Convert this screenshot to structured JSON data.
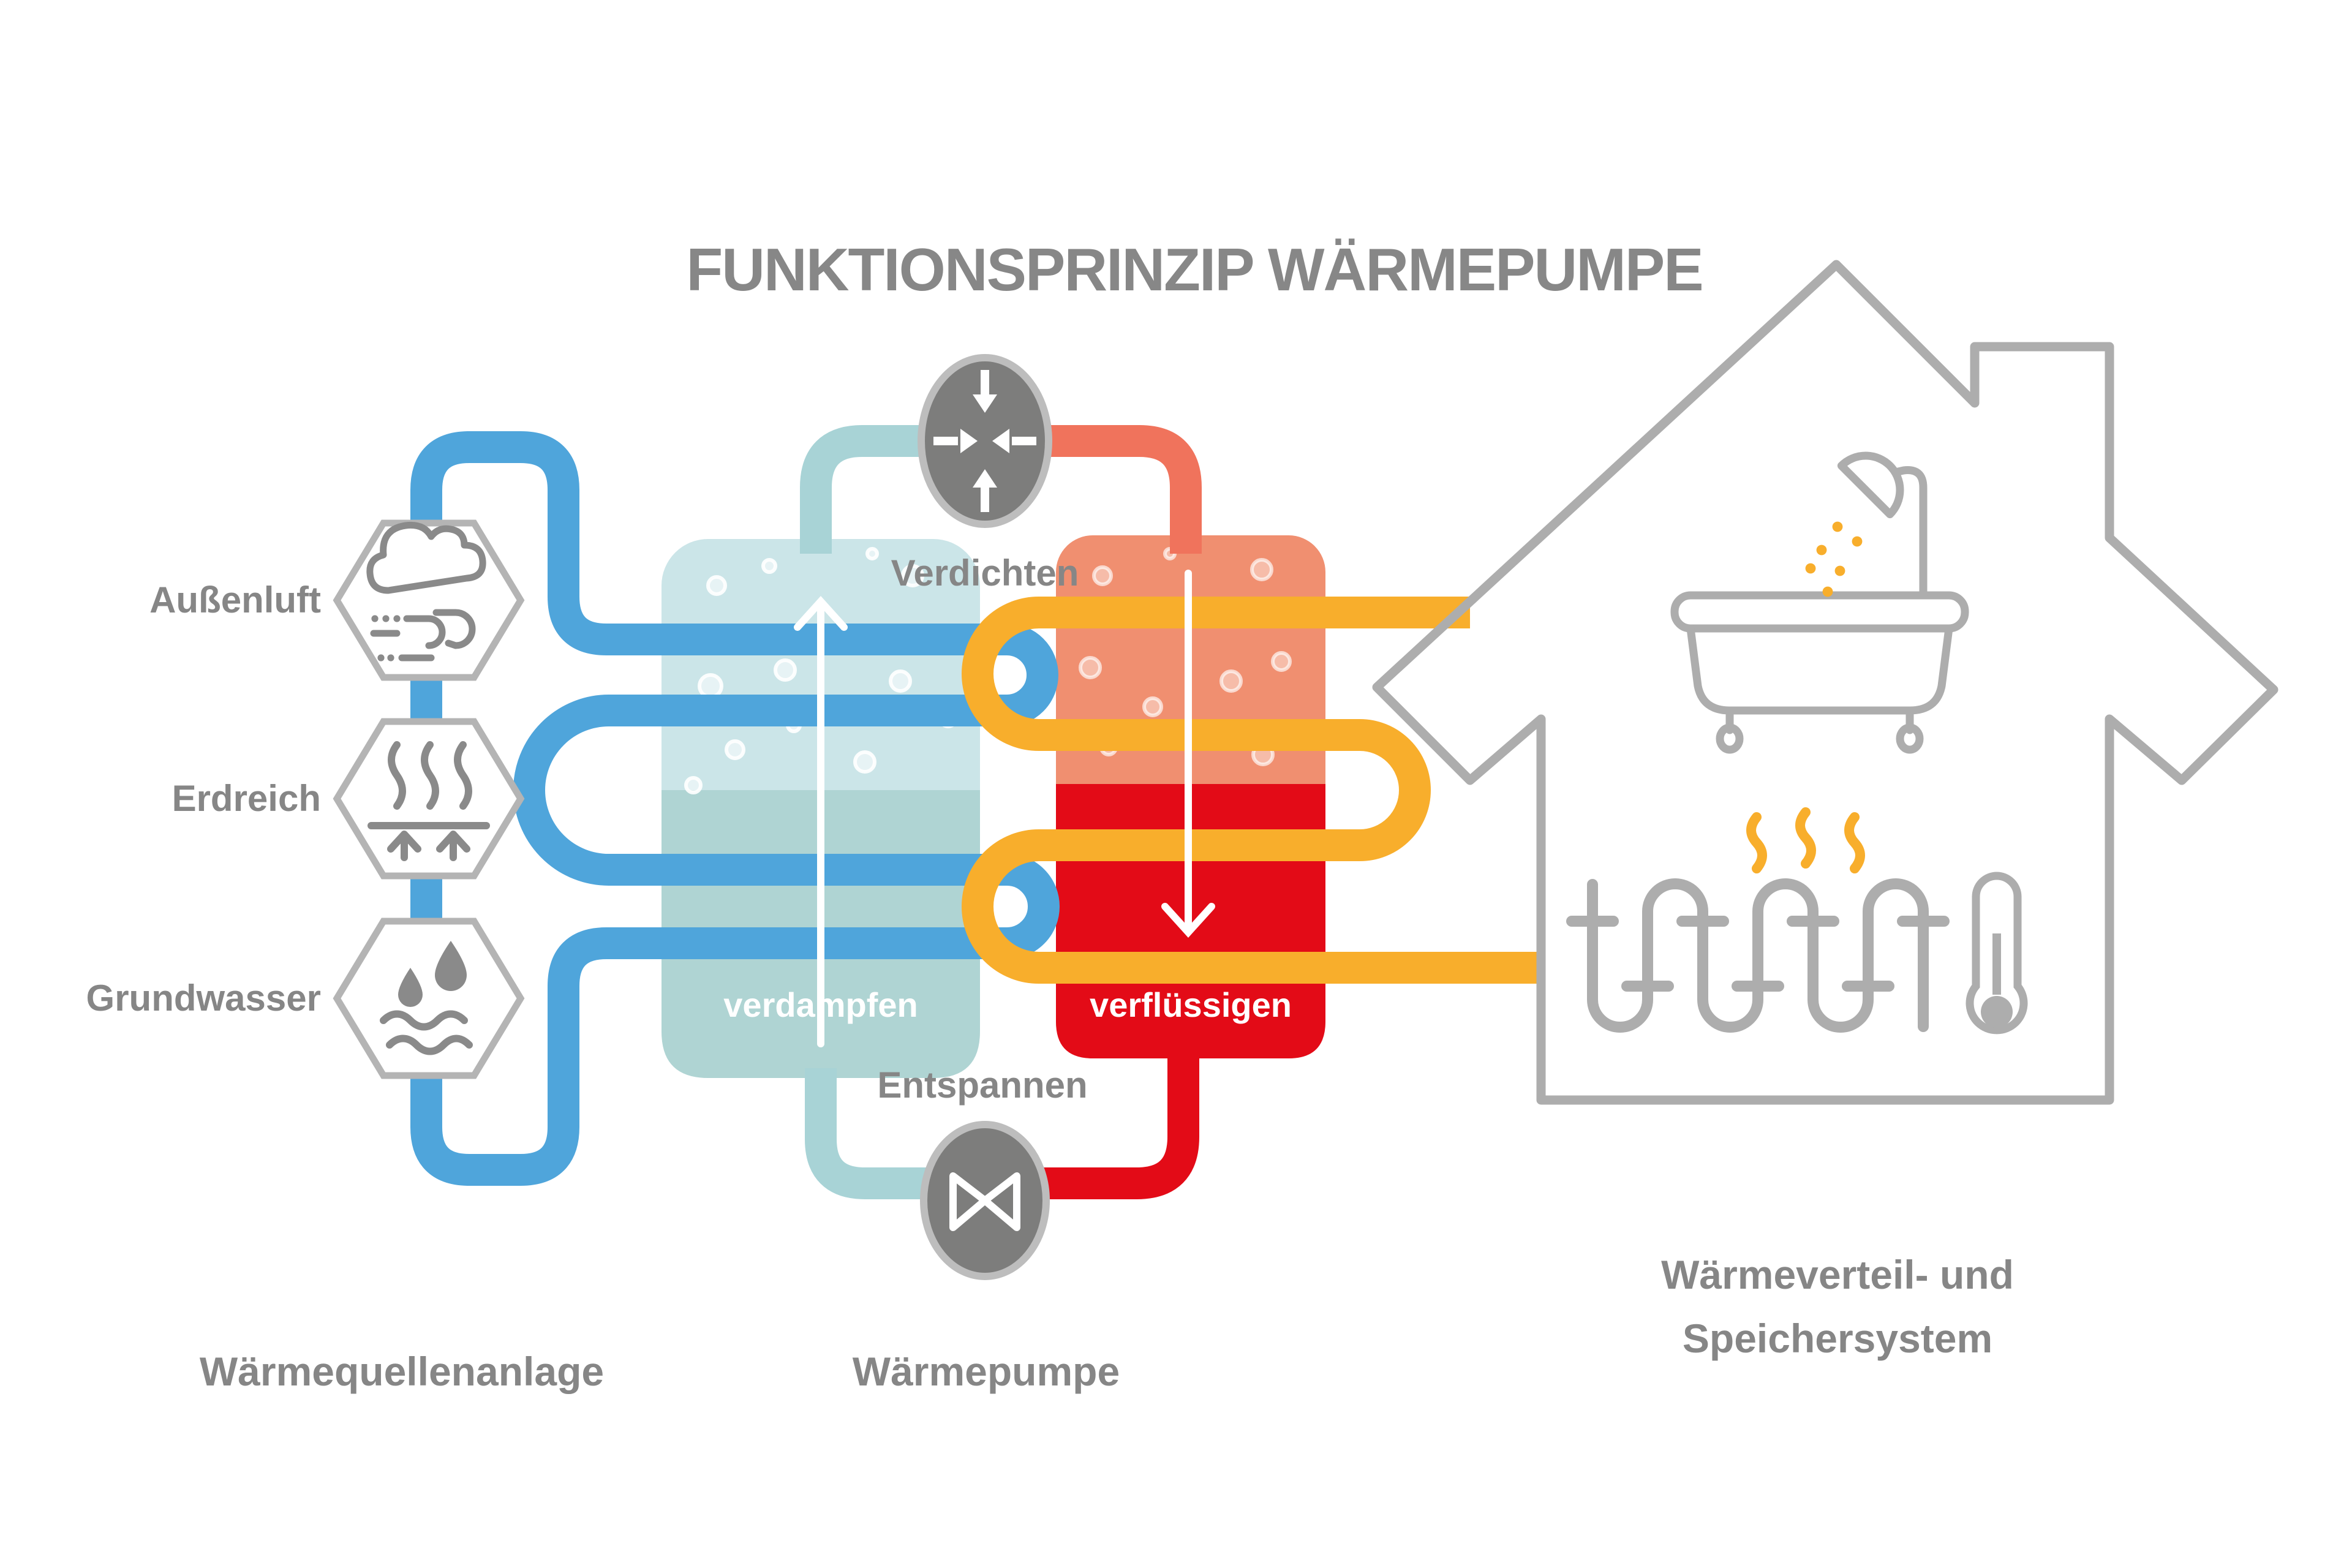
{
  "title": "FUNKTIONSPRINZIP WÄRMEPUMPE",
  "heat_sources": {
    "caption": "Wärmequellenanlage",
    "items": [
      {
        "label": "Außenluft",
        "icon": "cloud-wind-icon"
      },
      {
        "label": "Erdreich",
        "icon": "ground-heat-icon"
      },
      {
        "label": "Grundwasser",
        "icon": "water-drops-icon"
      }
    ]
  },
  "heat_pump": {
    "caption": "Wärmepumpe",
    "compressor_label": "Verdichten",
    "expansion_label": "Entspannen",
    "evaporator_label": "verdampfen",
    "condenser_label": "verflüssigen"
  },
  "distribution": {
    "caption_line1": "Wärmeverteil- und",
    "caption_line2": "Speichersystem",
    "icons": [
      "bathtub-shower-icon",
      "underfloor-heating-icon",
      "thermometer-icon",
      "house-outline"
    ]
  },
  "colors": {
    "label_gray": "#868686",
    "house_gray": "#ADADAD",
    "hexagon_border": "#B4B4B4",
    "icon_gray": "#8A8A8A",
    "source_pipe_blue": "#4FA5DB",
    "brine_pipe_teal": "#A8D3D6",
    "hot_gas_coral": "#F0735C",
    "liquid_red": "#E30B17",
    "heating_pipe_orange": "#F8AE2C",
    "evaporator_top": "#CBE5E8",
    "evaporator_bottom": "#AFD4D3",
    "condenser_top": "#F08F70",
    "condenser_bottom": "#E30B17",
    "machine_gray": "#7D7D7C",
    "machine_ring": "#BDBDBD"
  }
}
